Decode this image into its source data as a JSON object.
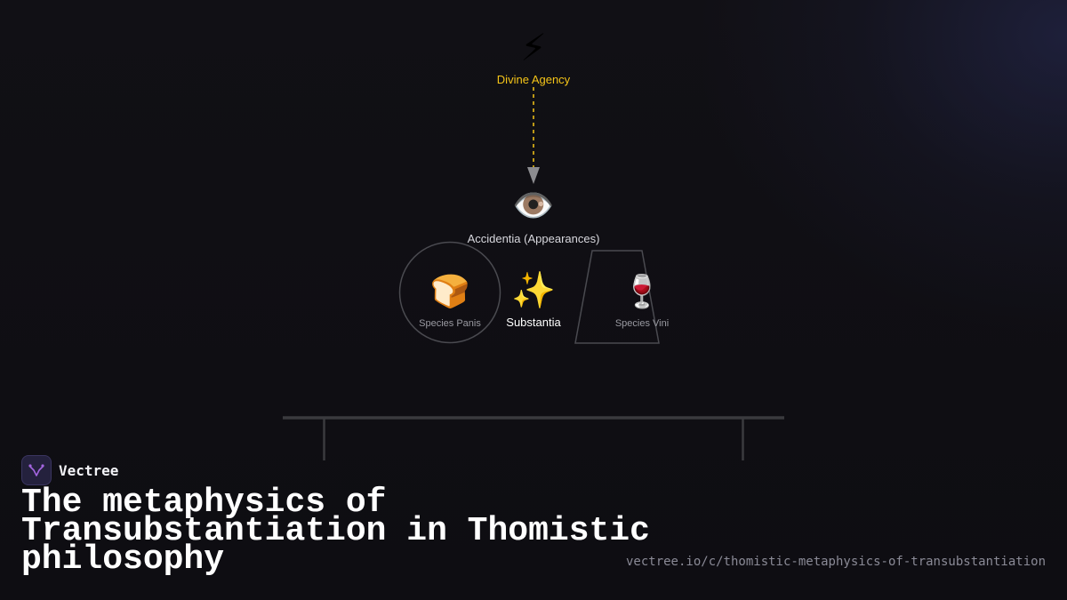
{
  "diagram": {
    "divine_agency": {
      "icon": "lightning-icon",
      "glyph": "⚡",
      "label": "Divine Agency",
      "color": "#f5c518"
    },
    "accidentia": {
      "icon": "eye-icon",
      "glyph": "👁️",
      "label": "Accidentia (Appearances)"
    },
    "species_panis": {
      "icon": "bread-icon",
      "glyph": "🍞",
      "label": "Species Panis"
    },
    "substantia": {
      "icon": "sparkles-icon",
      "glyph": "✨",
      "label": "Substantia"
    },
    "species_vini": {
      "icon": "wine-glass-icon",
      "glyph": "🍷",
      "label": "Species Vini"
    },
    "arrow_color": "#f5c518",
    "line_color": "#3a3a3e"
  },
  "brand": {
    "name": "Vectree",
    "logo_icon": "vectree-logo-icon",
    "logo_color": "#a466e0"
  },
  "title": "The metaphysics of Transubstantiation in Thomistic philosophy",
  "url": "vectree.io/c/thomistic-metaphysics-of-transubstantiation"
}
